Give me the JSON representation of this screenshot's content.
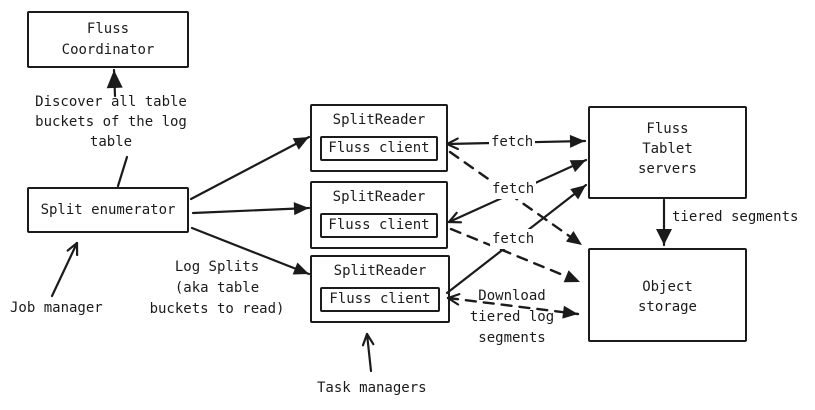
{
  "diagram": {
    "colors": {
      "stroke": "#1b1b1b",
      "background": "#ffffff"
    },
    "boxes": {
      "fluss_coordinator": "Fluss\nCoordinator",
      "split_enumerator": "Split enumerator",
      "splitreaders": [
        {
          "title": "SplitReader",
          "client": "Fluss client"
        },
        {
          "title": "SplitReader",
          "client": "Fluss client"
        },
        {
          "title": "SplitReader",
          "client": "Fluss client"
        }
      ],
      "fluss_tablet_servers": "Fluss\nTablet\nservers",
      "object_storage": "Object\nstorage"
    },
    "annotations": {
      "discover": "Discover all table\nbuckets of the log\ntable",
      "job_manager": "Job manager",
      "log_splits": "Log Splits\n(aka table\nbuckets to read)",
      "task_managers": "Task managers",
      "fetch_labels": [
        "fetch",
        "fetch",
        "fetch"
      ],
      "tiered_segments": "tiered segments",
      "download": "Download\ntiered log\nsegments"
    }
  }
}
